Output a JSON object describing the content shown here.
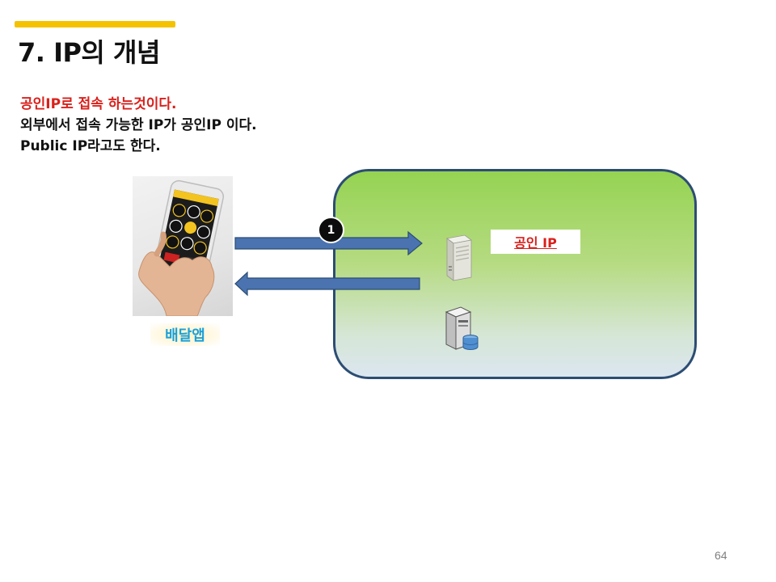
{
  "slide": {
    "title": "7. IP의 개념",
    "description": {
      "line1": "공인IP로 접속 하는것이다.",
      "line2": "외부에서 접속 가능한 IP가 공인IP 이다.",
      "line3": "Public IP라고도 한다."
    },
    "page_number": "64"
  },
  "diagram": {
    "client_label": "배달앱",
    "step_badge": "1",
    "server_label": "공인 IP",
    "icons": [
      "smartphone-photo",
      "web-server-icon",
      "database-server-icon",
      "request-arrow",
      "response-arrow"
    ]
  },
  "colors": {
    "accent": "#f5c200",
    "highlight_text": "#d9211c",
    "app_label_text": "#1aa0d8",
    "arrow_fill": "#4a73b0",
    "box_border": "#2c4d73",
    "box_fill_top": "#95d352",
    "box_fill_bottom": "#dbe6f0"
  }
}
